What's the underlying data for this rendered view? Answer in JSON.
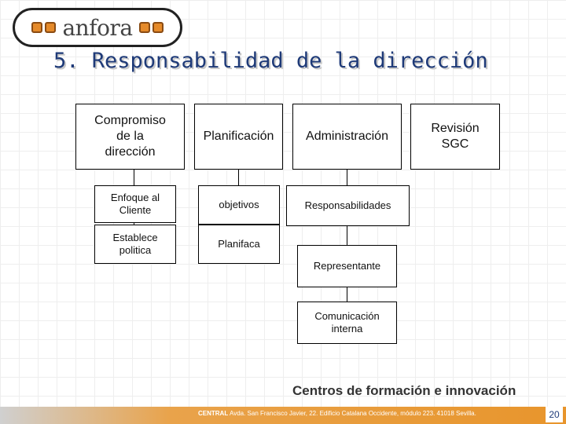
{
  "logo": {
    "word": "anfora"
  },
  "title": "5. Responsabilidad de la dirección",
  "diagram": {
    "compromiso": "Compromiso\nde la\ndirección",
    "planificacion": "Planificación",
    "administracion": "Administración",
    "revision": "Revisión\nSGC",
    "enfoque": "Enfoque al\nCliente",
    "establece": "Establece\npolitica",
    "objetivos": "objetivos",
    "planifaca": "Planifaca",
    "responsabilidades": "Responsabilidades",
    "representante": "Representante",
    "comunicacion": "Comunicación\ninterna"
  },
  "footer": {
    "heading": "Centros de formación e innovación",
    "central": "CENTRAL",
    "address": " Avda. San Francisco Javier, 22. Edificio Catalana Occidente, módulo 223. 41018 Sevilla.",
    "page_number": "20"
  }
}
